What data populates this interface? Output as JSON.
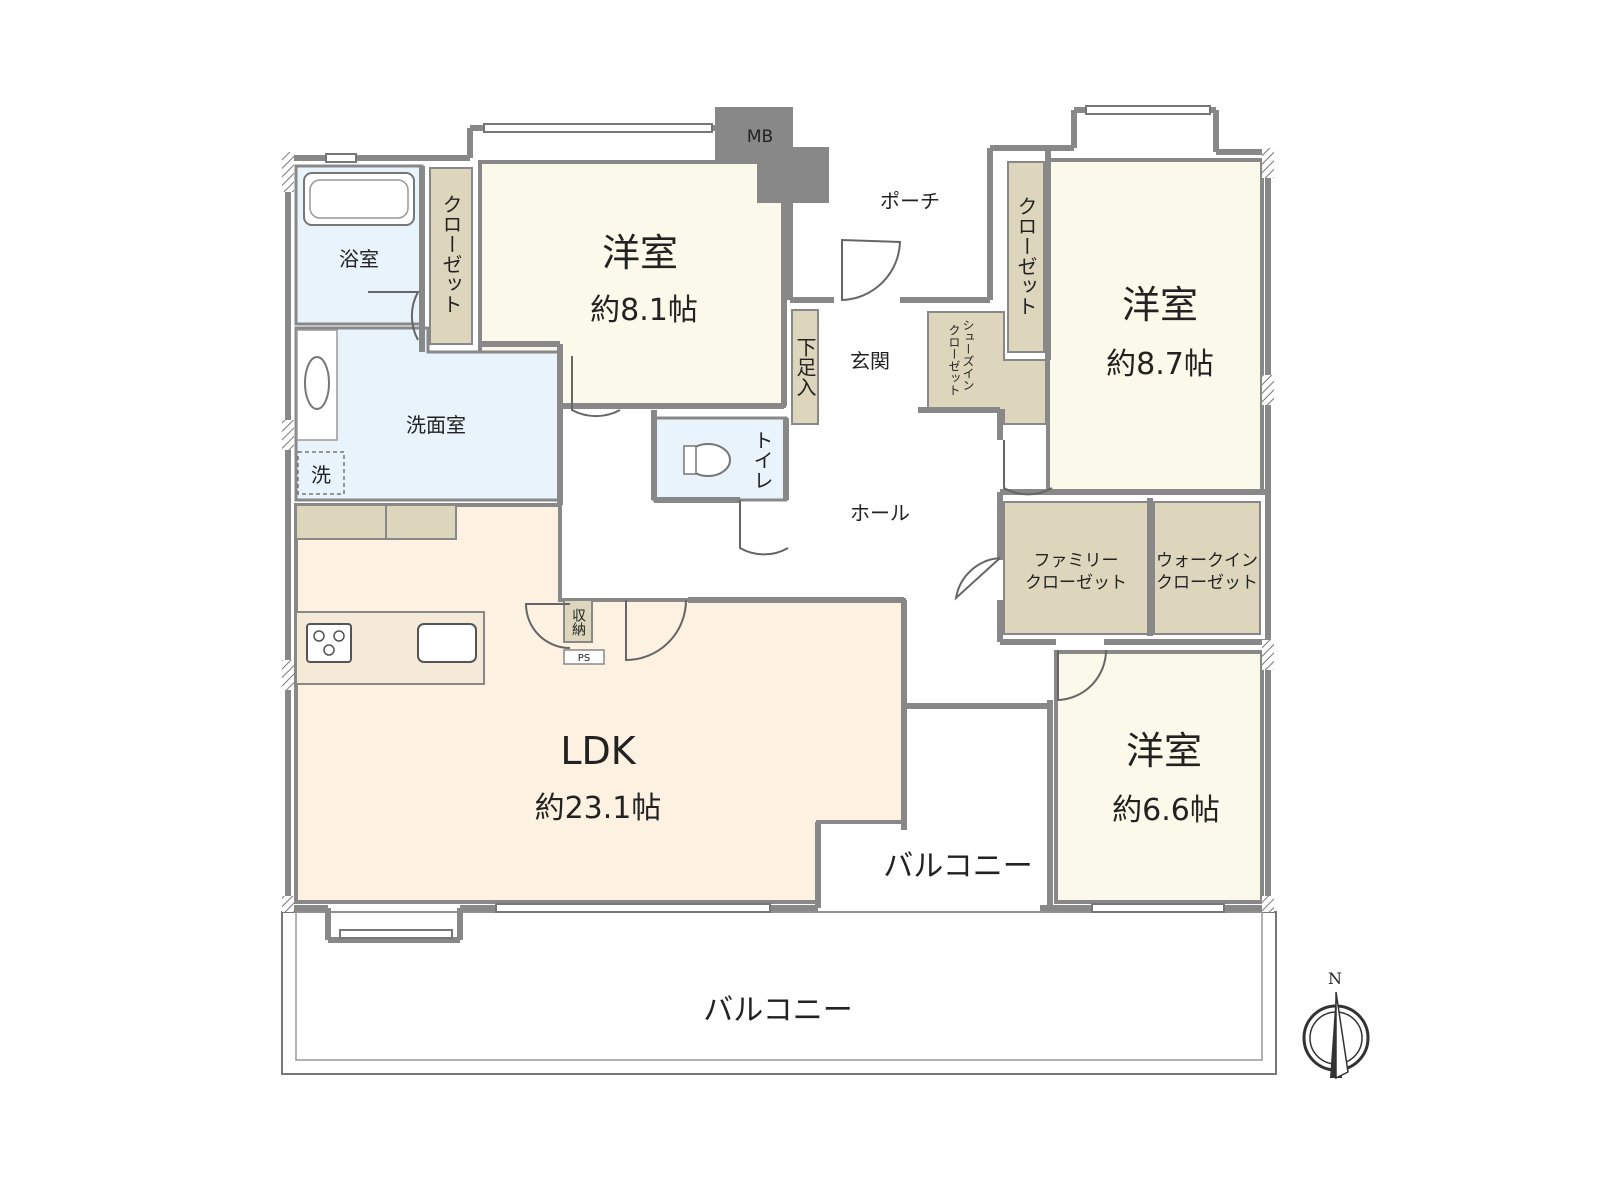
{
  "rooms": {
    "western_room_north": {
      "label": "洋室",
      "size": "約8.1帖"
    },
    "western_room_east": {
      "label": "洋室",
      "size": "約8.7帖"
    },
    "western_room_south": {
      "label": "洋室",
      "size": "約6.6帖"
    },
    "ldk": {
      "label": "LDK",
      "size": "約23.1帖"
    },
    "bathroom": {
      "label": "浴室"
    },
    "washroom": {
      "label": "洗面室"
    },
    "washer": {
      "label": "洗"
    },
    "closet_north": {
      "label": "クローゼット"
    },
    "closet_east": {
      "label": "クローゼット"
    },
    "toilet": {
      "label": "トイレ"
    },
    "entrance": {
      "label": "玄関"
    },
    "shoe_rack": {
      "label": "下足入"
    },
    "shoes_in_closet": {
      "label_line1": "シューズイン",
      "label_line2": "クローゼット"
    },
    "hall": {
      "label": "ホール"
    },
    "family_closet": {
      "label_line1": "ファミリー",
      "label_line2": "クローゼット"
    },
    "walk_in_closet": {
      "label_line1": "ウォークイン",
      "label_line2": "クローゼット"
    },
    "storage": {
      "label": "収納"
    },
    "ps": {
      "label": "PS"
    },
    "mb": {
      "label": "MB"
    },
    "porch": {
      "label": "ポーチ"
    },
    "balcony_inner": {
      "label": "バルコニー"
    },
    "balcony_main": {
      "label": "バルコニー"
    }
  },
  "compass": {
    "north_label": "N"
  },
  "colors": {
    "western_room": "#fbfaea",
    "ldk": "#fdf1e1",
    "wet_area": "#e8f3fc",
    "storage": "#ddd6bd",
    "wall": "#888888"
  }
}
